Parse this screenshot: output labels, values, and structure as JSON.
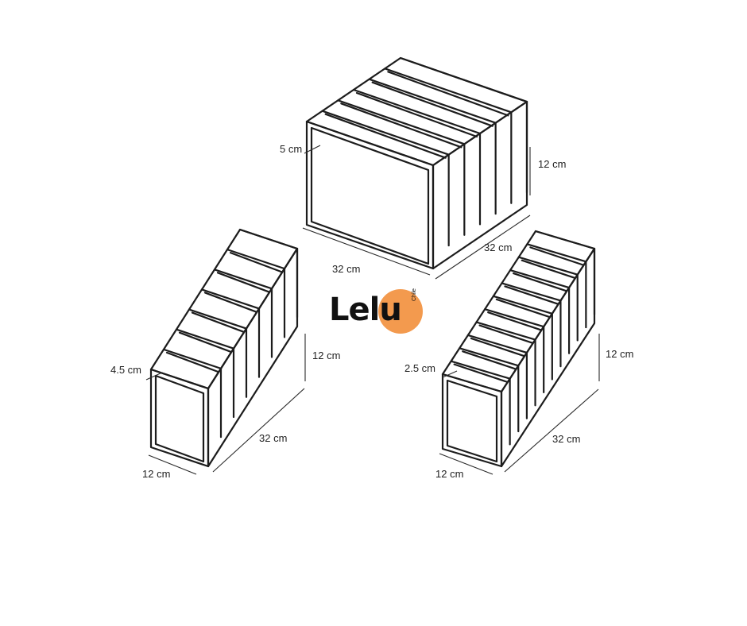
{
  "brand": {
    "name": "Lelu",
    "tagline": "Chile",
    "accent": "#f39a4e",
    "text_color": "#111111"
  },
  "organizers": [
    {
      "id": "large",
      "compartments": 6,
      "labels": {
        "compartment": "5 cm",
        "height": "12 cm",
        "length": "32 cm",
        "width": "32 cm"
      }
    },
    {
      "id": "medium",
      "compartments": 7,
      "labels": {
        "compartment": "4.5 cm",
        "height": "12 cm",
        "length": "32 cm",
        "width": "12 cm"
      }
    },
    {
      "id": "small",
      "compartments": 11,
      "labels": {
        "compartment": "2.5 cm",
        "height": "12 cm",
        "length": "32 cm",
        "width": "12 cm"
      }
    }
  ]
}
